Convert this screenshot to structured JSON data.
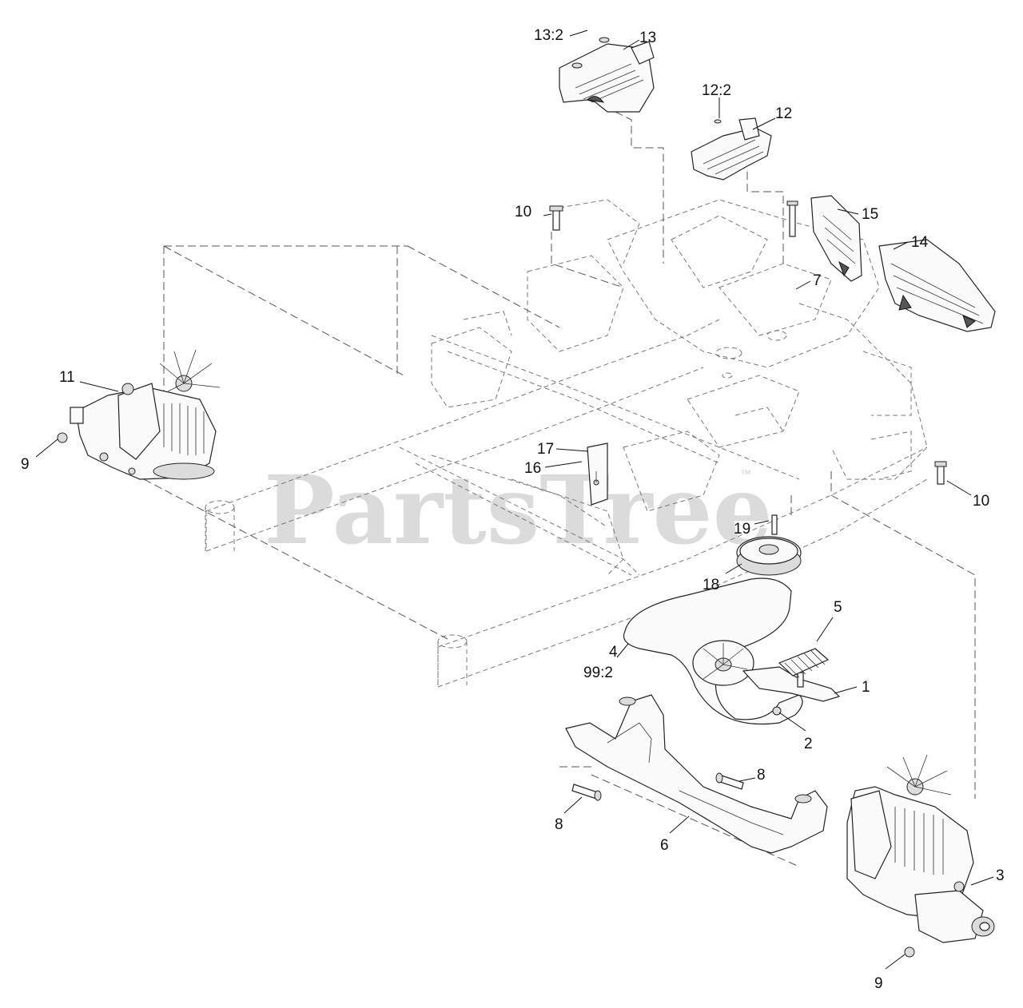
{
  "watermark": {
    "text": "PartsTree",
    "trademark": "™"
  },
  "callouts": {
    "c1": "1",
    "c2": "2",
    "c3": "3",
    "c4": "4",
    "c99_2": "99:2",
    "c5": "5",
    "c6": "6",
    "c7": "7",
    "c8a": "8",
    "c8b": "8",
    "c9a": "9",
    "c9b": "9",
    "c10a": "10",
    "c10b": "10",
    "c11": "11",
    "c12": "12",
    "c12_2": "12:2",
    "c13": "13",
    "c13_2": "13:2",
    "c14": "14",
    "c15": "15",
    "c16": "16",
    "c17": "17",
    "c18": "18",
    "c19": "19"
  }
}
